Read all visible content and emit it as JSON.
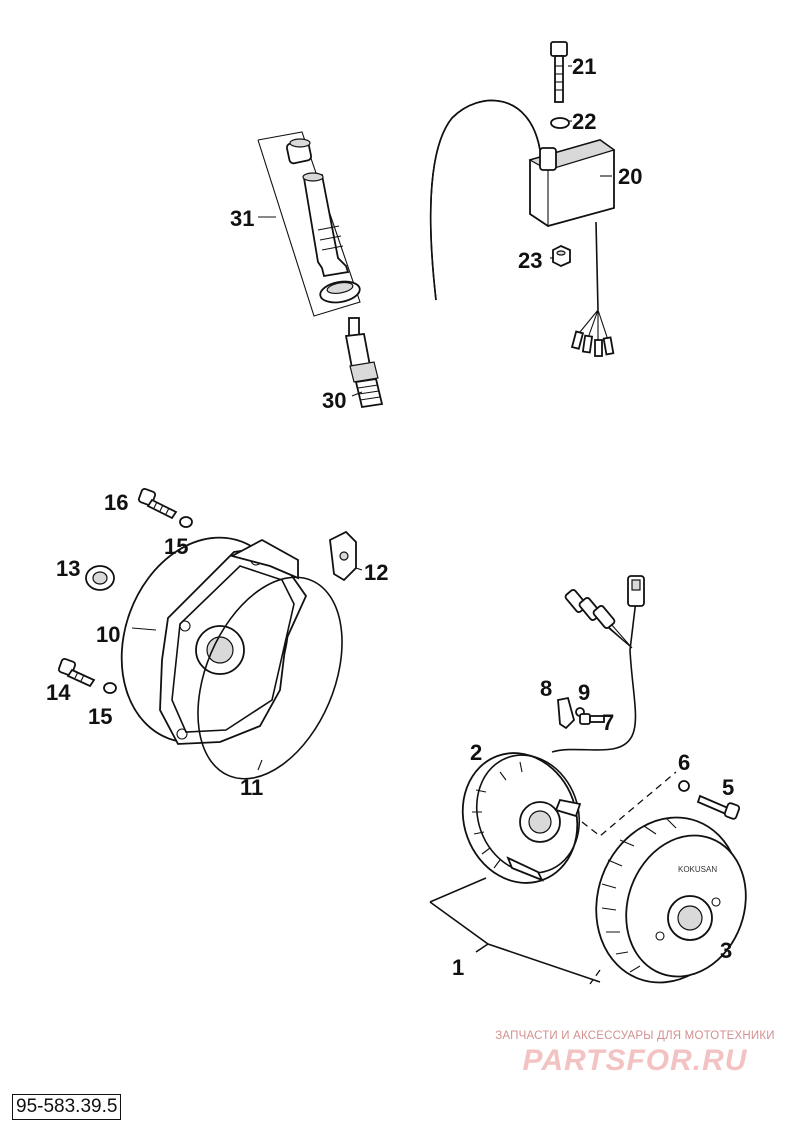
{
  "callouts": {
    "p1": "1",
    "p2": "2",
    "p3": "3",
    "p5": "5",
    "p6": "6",
    "p7": "7",
    "p8": "8",
    "p9": "9",
    "p10": "10",
    "p11": "11",
    "p12": "12",
    "p13": "13",
    "p14": "14",
    "p15a": "15",
    "p15b": "15",
    "p16": "16",
    "p20": "20",
    "p21": "21",
    "p22": "22",
    "p23": "23",
    "p30": "30",
    "p31": "31"
  },
  "drawing_number": "95-583.39.5",
  "watermark": {
    "caption": "ЗАПЧАСТИ И АКСЕССУАРЫ ДЛЯ МОТОТЕХНИКИ",
    "logo": "PARTSFOR.RU"
  },
  "colors": {
    "ink": "#111111",
    "watermark_caption": "#d1908f",
    "watermark_logo": "#f3c2c2"
  }
}
